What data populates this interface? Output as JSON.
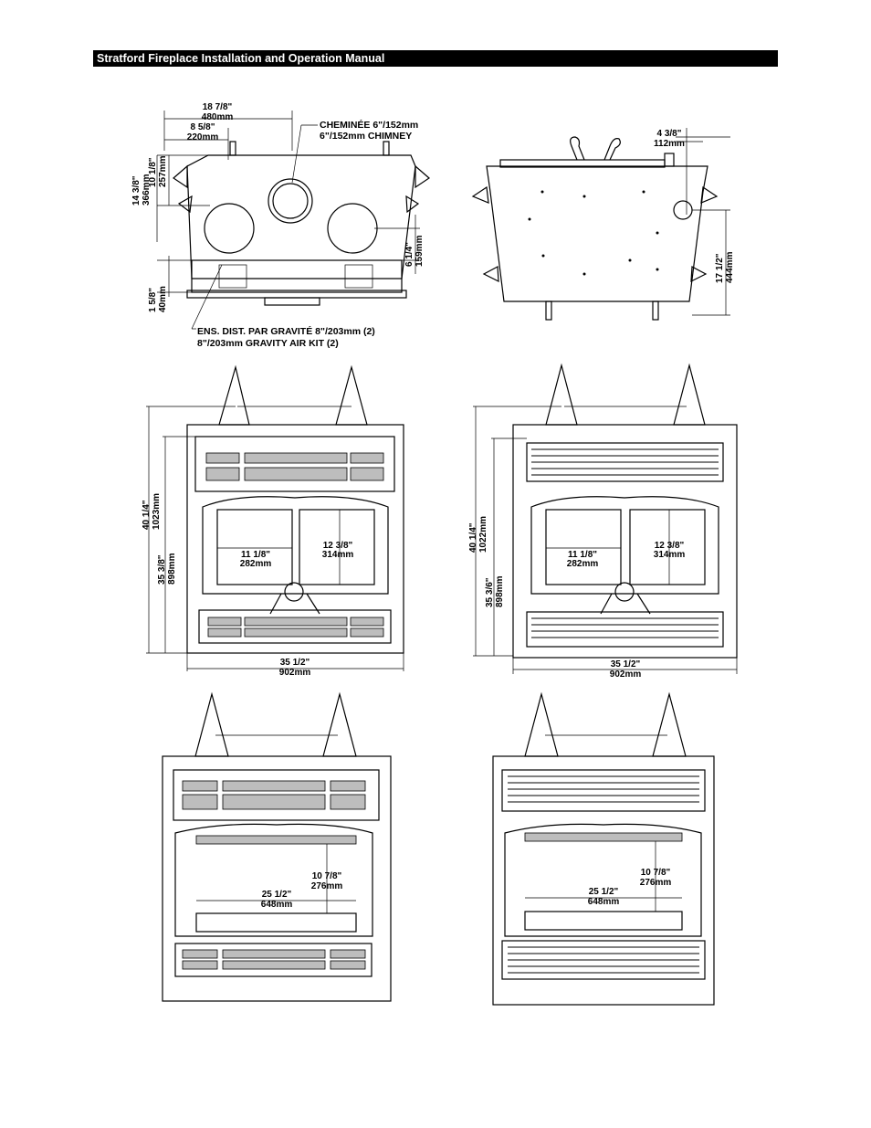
{
  "header": {
    "title": "Stratford Fireplace Installation and Operation Manual"
  },
  "top_view": {
    "width_in": "18  7/8\"",
    "width_mm": "480mm",
    "offset_in": "8  5/8\"",
    "offset_mm": "220mm",
    "chimney_fr": "CHEMINÉE 6\"/152mm",
    "chimney_en": "6\"/152mm CHIMNEY",
    "depth1_in": "14  3/8\"",
    "depth1_mm": "366mm",
    "depth2_in": "10  1/8\"",
    "depth2_mm": "257mm",
    "side_in": "6  1/4\"",
    "side_mm": "159mm",
    "front_in": "1  5/8\"",
    "front_mm": "40mm",
    "kit_fr": "ENS. DIST. PAR GRAVITÉ 8\"/203mm (2)",
    "kit_en": "8\"/203mm GRAVITY AIR KIT (2)"
  },
  "rear_view": {
    "offset_in": "4  3/8\"",
    "offset_mm": "112mm",
    "height_in": "17  1/2\"",
    "height_mm": "444mm"
  },
  "front_view_a": {
    "total_h_in": "40  1/4\"",
    "total_h_mm": "1023mm",
    "body_h_in": "35  3/8\"",
    "body_h_mm": "898mm",
    "glass_w_in": "11  1/8\"",
    "glass_w_mm": "282mm",
    "glass_h_in": "12  3/8\"",
    "glass_h_mm": "314mm",
    "width_in": "35  1/2\"",
    "width_mm": "902mm"
  },
  "front_view_b": {
    "total_h_in": "40  1/4\"",
    "total_h_mm": "1022mm",
    "body_h_in": "35  3/6\"",
    "body_h_mm": "898mm",
    "glass_w_in": "11  1/8\"",
    "glass_w_mm": "282mm",
    "glass_h_in": "12  3/8\"",
    "glass_h_mm": "314mm",
    "width_in": "35  1/2\"",
    "width_mm": "902mm"
  },
  "open_view_a": {
    "opening_h_in": "10  7/8\"",
    "opening_h_mm": "276mm",
    "opening_w_in": "25  1/2\"",
    "opening_w_mm": "648mm"
  },
  "open_view_b": {
    "opening_h_in": "10  7/8\"",
    "opening_h_mm": "276mm",
    "opening_w_in": "25  1/2\"",
    "opening_w_mm": "648mm"
  }
}
